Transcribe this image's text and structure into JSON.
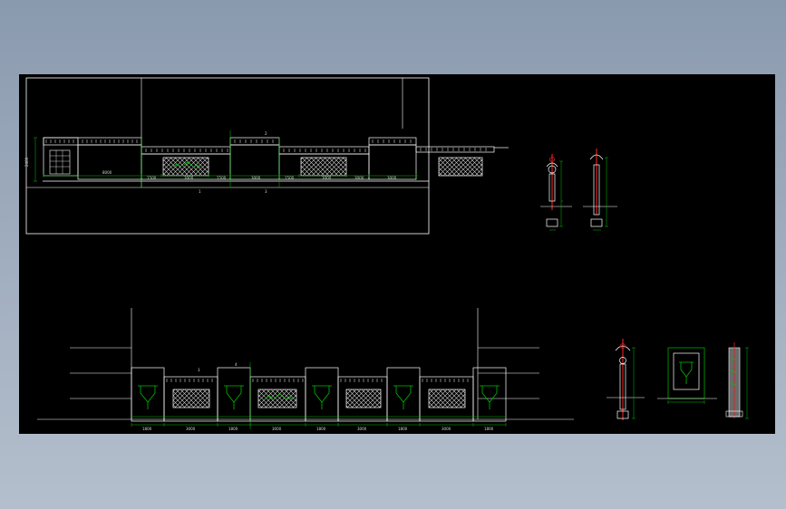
{
  "drawing": {
    "background_color": "#000000",
    "line_color": "#ffffff",
    "dimension_color": "#00c000",
    "axis_color": "#e02020",
    "elevation_top": {
      "segment_dims": [
        "8000",
        "1500",
        "3000",
        "1500",
        "3000",
        "1500",
        "3000",
        "3000",
        "3000"
      ],
      "height_dim": "2400",
      "marks": [
        "1",
        "2",
        "3"
      ]
    },
    "elevation_bottom": {
      "segment_dims": [
        "1800",
        "3000",
        "1800",
        "3000",
        "1800",
        "3000",
        "1800",
        "3000",
        "1800"
      ],
      "marks": [
        "3",
        "4"
      ]
    }
  }
}
